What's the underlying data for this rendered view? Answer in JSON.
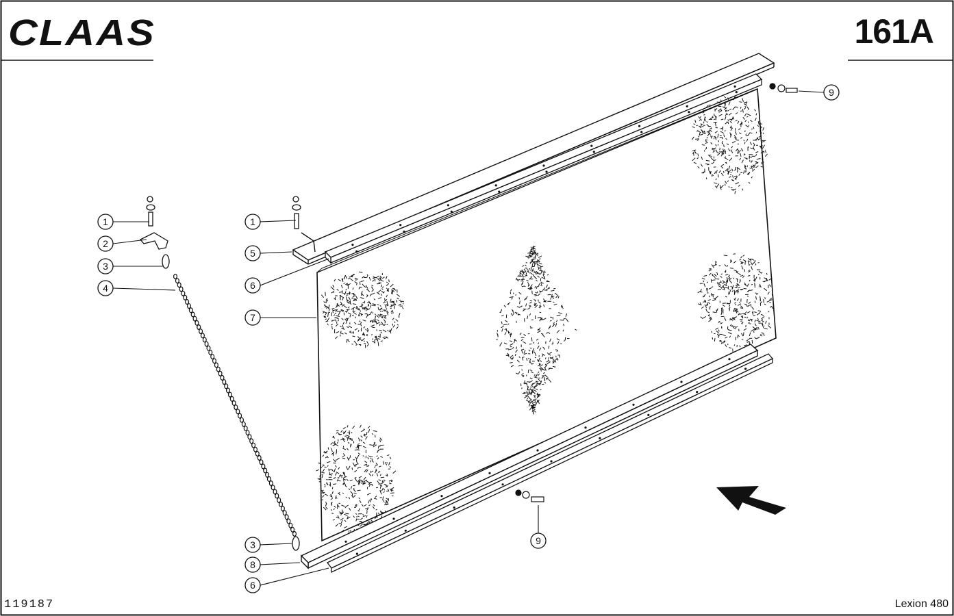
{
  "header": {
    "brand": "CLAAS",
    "page_number": "161A"
  },
  "footer": {
    "drawing_number": "119187",
    "model": "Lexion 480"
  },
  "callouts": [
    {
      "label": "1"
    },
    {
      "label": "2"
    },
    {
      "label": "3"
    },
    {
      "label": "4"
    },
    {
      "label": "1"
    },
    {
      "label": "5"
    },
    {
      "label": "6"
    },
    {
      "label": "7"
    },
    {
      "label": "9"
    },
    {
      "label": "9"
    },
    {
      "label": "3"
    },
    {
      "label": "8"
    },
    {
      "label": "6"
    }
  ]
}
